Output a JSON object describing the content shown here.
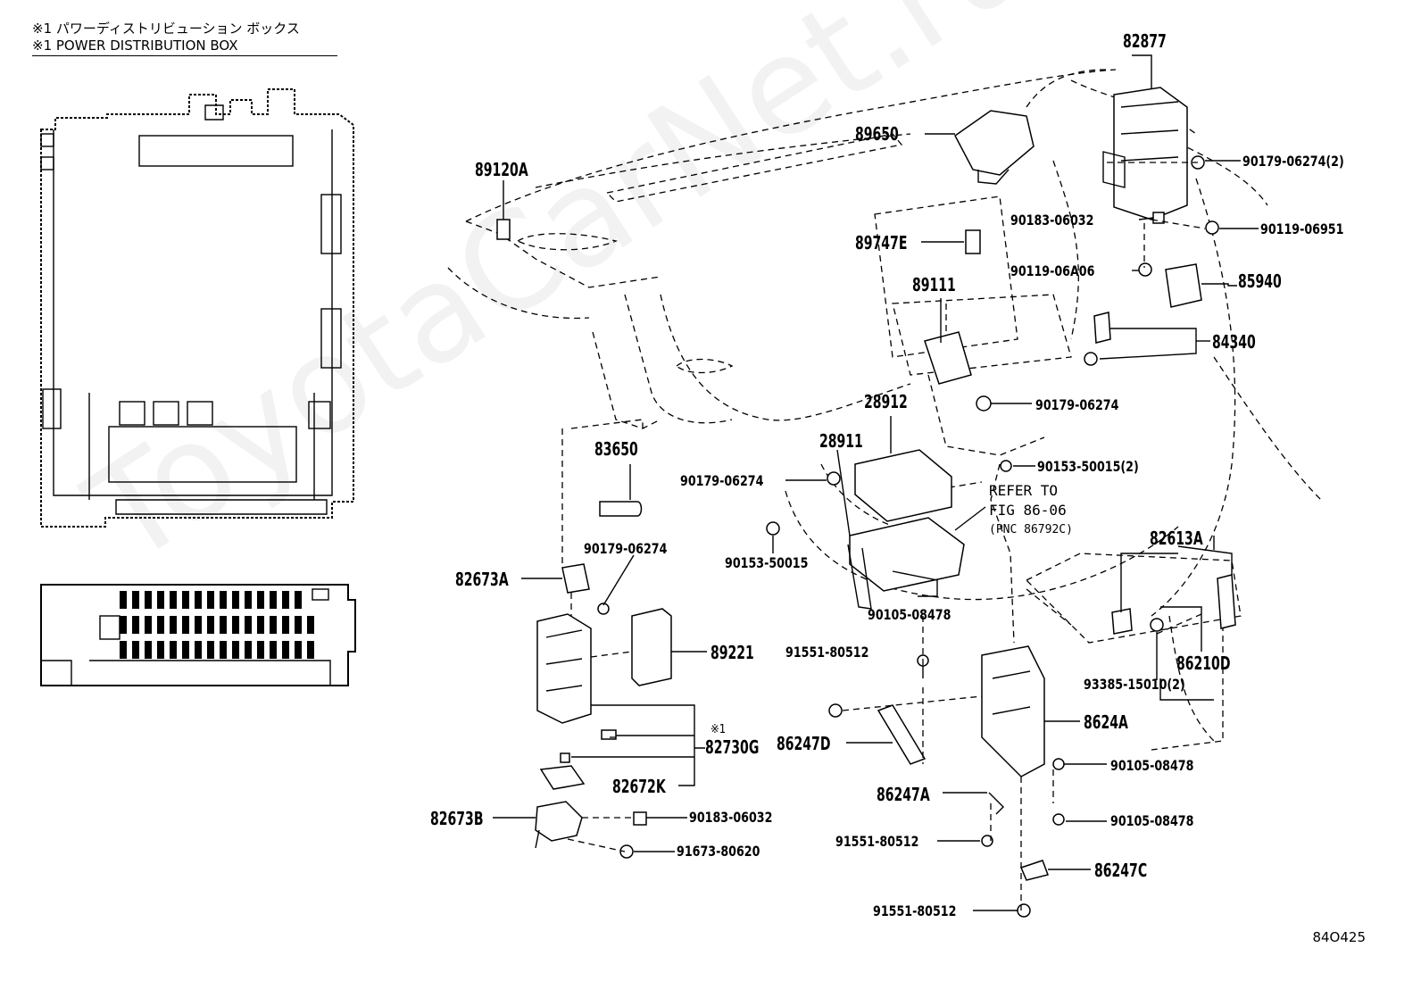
{
  "header": {
    "line1": "※1  パワーディストリビューション ボックス",
    "line2": "※1  POWER DISTRIBUTION BOX"
  },
  "callouts": {
    "c82877": "82877",
    "c89650": "89650",
    "c89120A": "89120A",
    "c90179_06274_2": "90179-06274(2)",
    "c90183_06032_top": "90183-06032",
    "c90119_06951": "90119-06951",
    "c89747E": "89747E",
    "c90119_06A06": "90119-06A06",
    "c89111": "89111",
    "c85940": "85940",
    "c84340": "84340",
    "c28912": "28912",
    "c90179_06274_mid": "90179-06274",
    "c28911": "28911",
    "c83650": "83650",
    "c90153_50015_2": "90153-50015(2)",
    "c90179_06274_left": "90179-06274",
    "c90179_06274_low": "90179-06274",
    "c90153_50015": "90153-50015",
    "c82613A": "82613A",
    "c82673A": "82673A",
    "c90105_08478_a": "90105-08478",
    "c86210D": "86210D",
    "c89221": "89221",
    "c91551_80512_a": "91551-80512",
    "c93385_15010_2": "93385-15010(2)",
    "c8624A": "8624A",
    "c82730G": "82730G",
    "c86247D": "86247D",
    "c90105_08478_b": "90105-08478",
    "c82672K": "82672K",
    "c86247A": "86247A",
    "c82673B": "82673B",
    "c90183_06032_low": "90183-06032",
    "c90105_08478_c": "90105-08478",
    "c91551_80512_b": "91551-80512",
    "c91673_80620": "91673-80620",
    "c86247C": "86247C",
    "c91551_80512_c": "91551-80512",
    "mark1": "※1"
  },
  "refer_note": {
    "line1": "REFER TO",
    "line2": "FIG 86-06",
    "line3": "(PNC 86792C)"
  },
  "diagram_code": "84O425",
  "watermark": "ToyotaCarNet.ru"
}
